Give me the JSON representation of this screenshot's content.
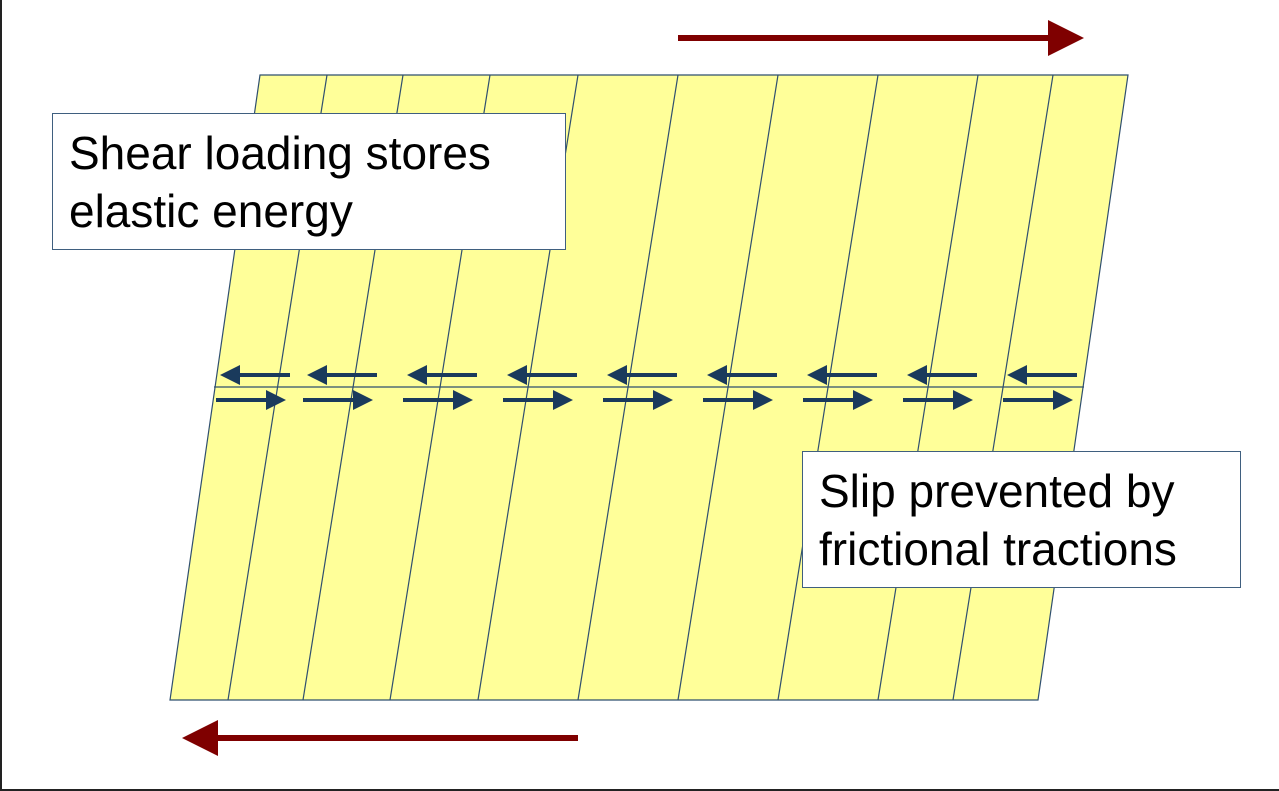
{
  "labels": {
    "shear_loading": "Shear loading stores\nelastic energy",
    "slip_prevented": "Slip prevented by\nfrictional tractions"
  },
  "colors": {
    "block_fill": "#ffff99",
    "block_stroke": "#2f4f6f",
    "load_arrow": "#7f0000",
    "traction_arrow": "#1a3a5c",
    "box_border": "#3f5f7f"
  },
  "traction_pair_count": 9,
  "icons": {
    "top_load_arrow": "arrow-right-icon",
    "bottom_load_arrow": "arrow-left-icon",
    "traction_upper": "arrow-left-icon",
    "traction_lower": "arrow-right-icon"
  }
}
